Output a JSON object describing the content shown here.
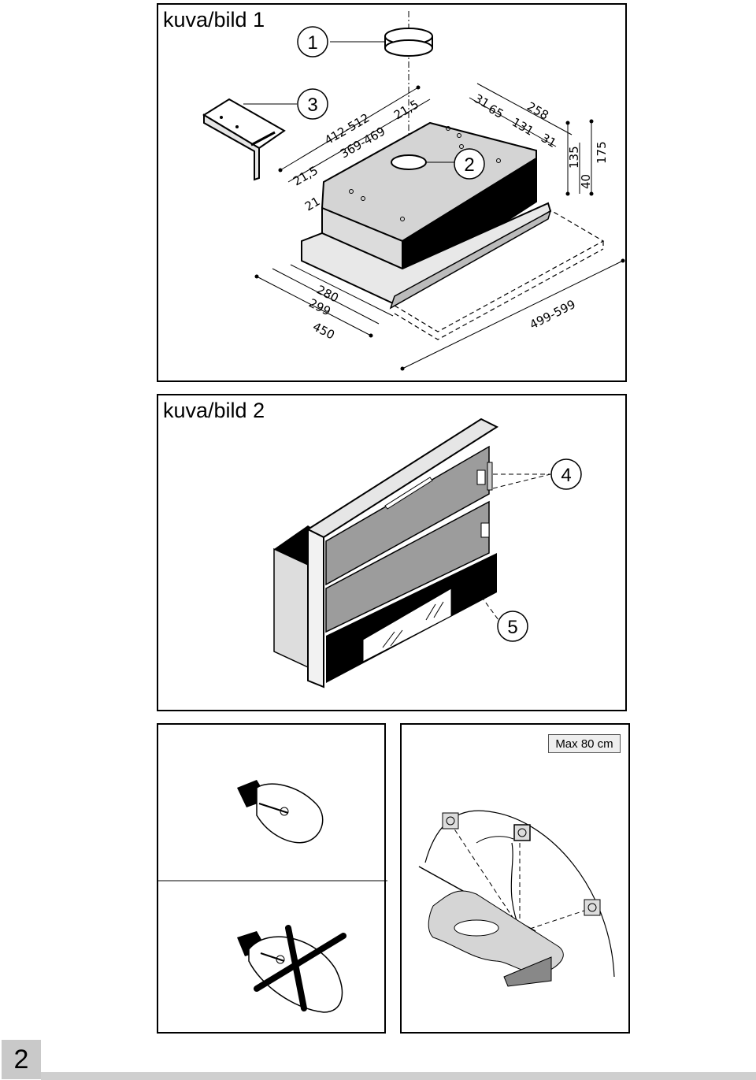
{
  "figure1": {
    "title": "kuva/bild 1",
    "callouts": [
      "1",
      "3",
      "2"
    ],
    "dimensions": [
      "412-512",
      "369-469",
      "21,5",
      "21,5",
      "21",
      "31",
      "65",
      "131",
      "258",
      "31",
      "135",
      "175",
      "40",
      "280",
      "299",
      "450",
      "499-599"
    ]
  },
  "figure2": {
    "title": "kuva/bild 2",
    "callouts": [
      "4",
      "5"
    ]
  },
  "figure4": {
    "max_label": "Max 80 cm"
  },
  "page": {
    "number": "2"
  },
  "colors": {
    "panel_border": "#000000",
    "page_tab": "#c9c9c9"
  }
}
